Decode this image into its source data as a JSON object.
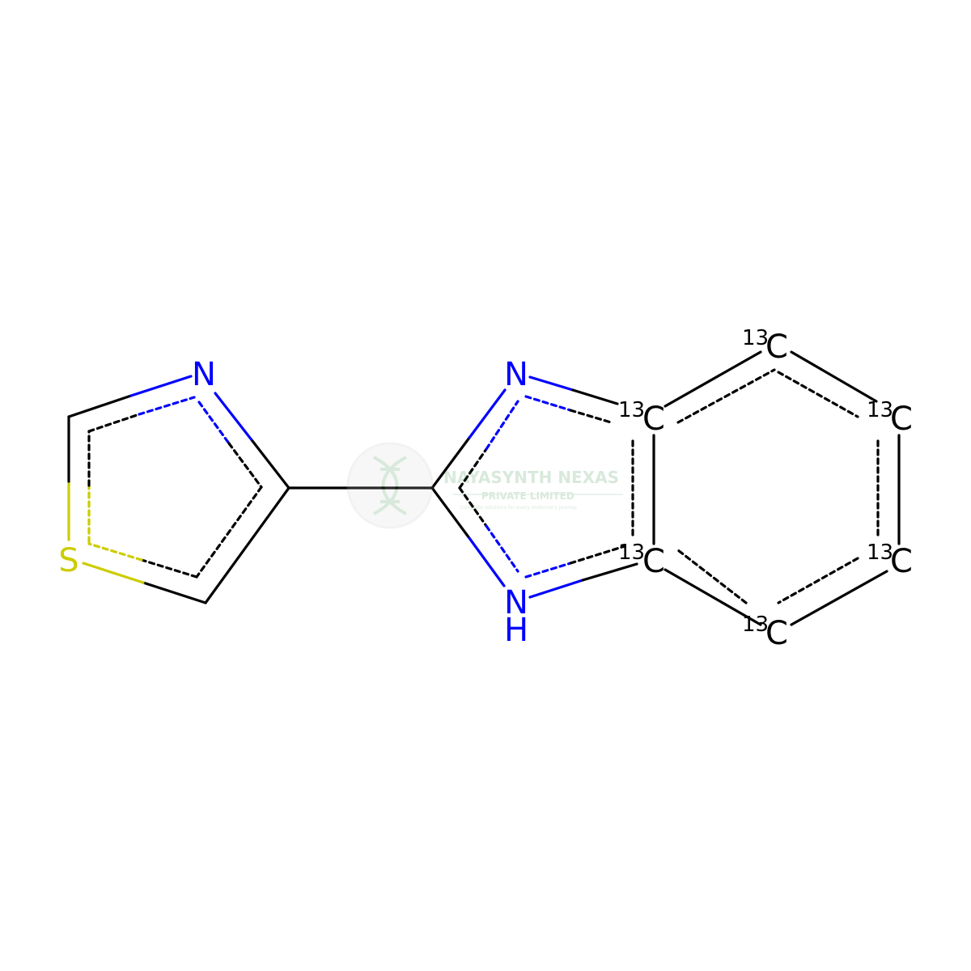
{
  "molecule": {
    "colors": {
      "carbon": "#000000",
      "nitrogen": "#0000ff",
      "sulfur": "#cccc00",
      "background": "#ffffff"
    },
    "labels": {
      "thiazole_N": "N",
      "thiazole_S": "S",
      "imidazole_N": "N",
      "imidazole_NH_N": "N",
      "imidazole_NH_H": "H",
      "isotope_mass": "13",
      "isotope_element": "C"
    }
  },
  "watermark": {
    "title": "NAYASYNTH NEXAS",
    "subtitle": "PRIVATE LIMITED",
    "tagline": "Complete solutions for every molecule's journey",
    "logo_icon": "dna-icon",
    "color": "#2e8b3c"
  }
}
